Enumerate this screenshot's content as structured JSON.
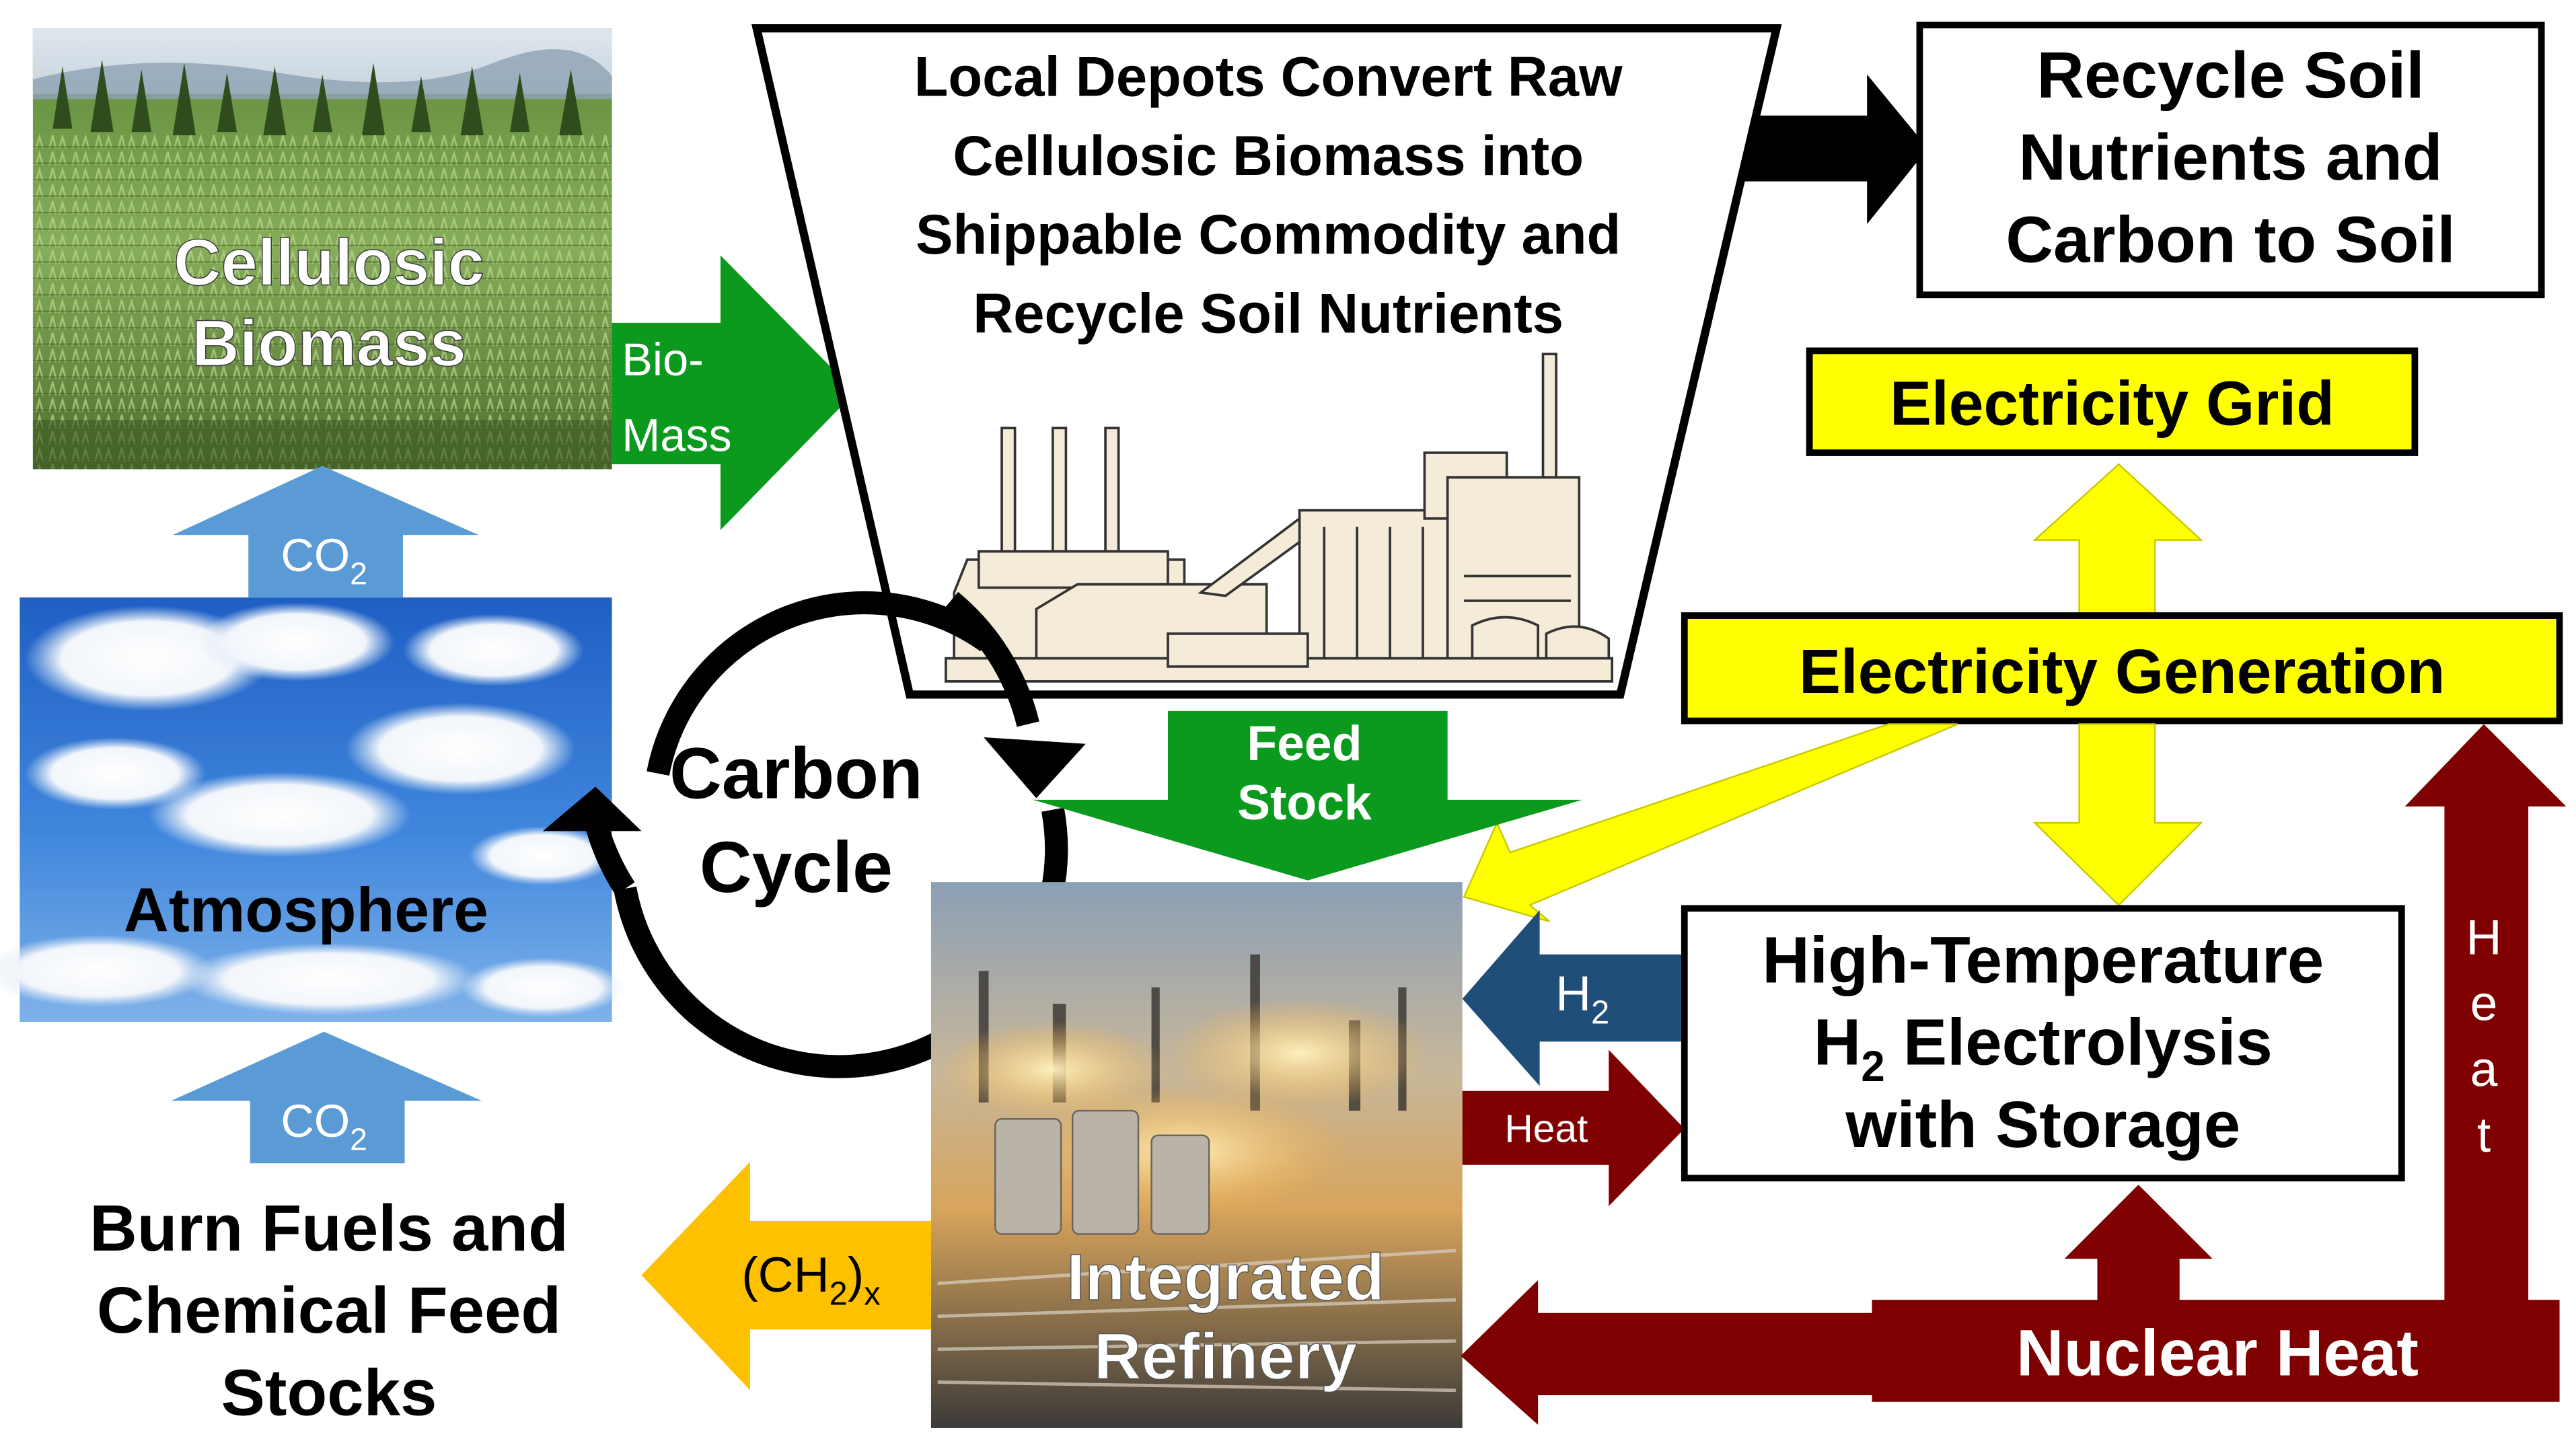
{
  "nodes": {
    "cellulosic_biomass": {
      "line1": "Cellulosic",
      "line2": "Biomass"
    },
    "atmosphere": "Atmosphere",
    "burn_fuels": {
      "line1": "Burn Fuels and",
      "line2": "Chemical Feed",
      "line3": "Stocks"
    },
    "local_depots": {
      "line1": "Local Depots Convert Raw",
      "line2": "Cellulosic Biomass into",
      "line3": "Shippable Commodity and",
      "line4": "Recycle Soil Nutrients"
    },
    "recycle_soil": {
      "line1": "Recycle Soil",
      "line2": "Nutrients and",
      "line3": "Carbon to Soil"
    },
    "electricity_grid": "Electricity Grid",
    "electricity_generation": "Electricity Generation",
    "electrolysis": {
      "line1": "High-Temperature",
      "line2_main": "H",
      "line2_sub": "2",
      "line2_rest": " Electrolysis",
      "line3": "with Storage"
    },
    "integrated_refinery": {
      "line1": "Integrated",
      "line2": "Refinery"
    },
    "nuclear_heat": "Nuclear Heat",
    "carbon_cycle": {
      "line1": "Carbon",
      "line2": "Cycle"
    }
  },
  "arrows": {
    "biomass": {
      "line1": "Bio-",
      "line2": "Mass"
    },
    "co2_top": {
      "main": "CO",
      "sub": "2"
    },
    "co2_bottom": {
      "main": "CO",
      "sub": "2"
    },
    "feed_stock": {
      "line1": "Feed",
      "line2": "Stock"
    },
    "h2": {
      "main": "H",
      "sub": "2"
    },
    "heat_refinery": "Heat",
    "ch2x": {
      "open": "(CH",
      "sub1": "2",
      "close": ")",
      "sub2": "x"
    },
    "heat_vertical": [
      "H",
      "e",
      "a",
      "t"
    ]
  },
  "colors": {
    "green": "#0b9a1e",
    "blue": "#5b9bd5",
    "dark_blue": "#1f4e79",
    "maroon": "#7f0000",
    "yellow": "#ffff00",
    "orange": "#ffc000",
    "black": "#000000"
  }
}
